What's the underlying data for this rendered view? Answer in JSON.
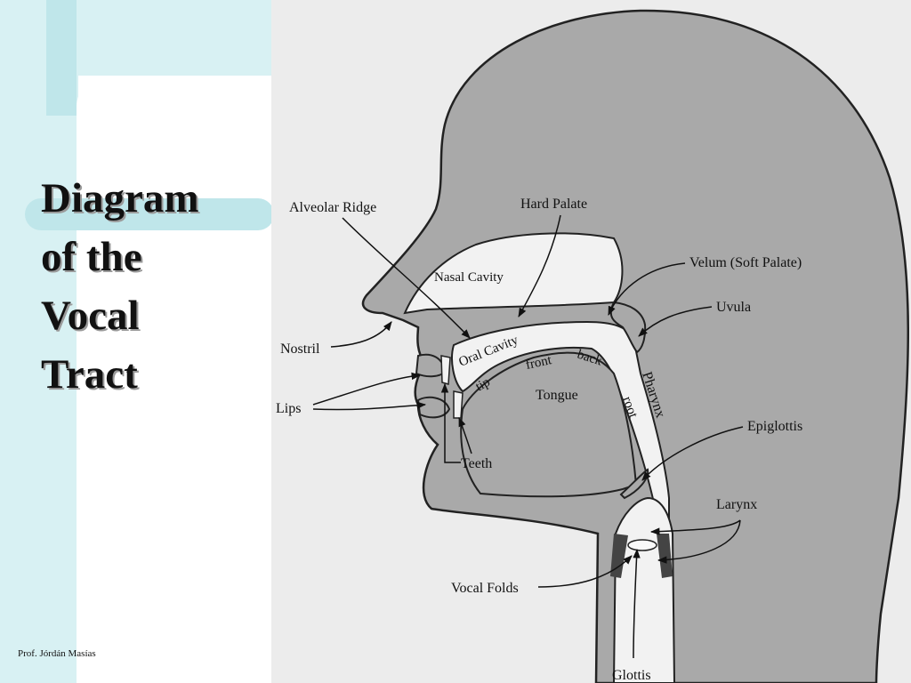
{
  "slide": {
    "title_lines": [
      "Diagram",
      "of the",
      "Vocal",
      "Tract"
    ],
    "footer": "Prof. Jórdán Masías"
  },
  "diagram_labels": {
    "alveolar_ridge": "Alveolar Ridge",
    "hard_palate": "Hard Palate",
    "nasal_cavity": "Nasal Cavity",
    "velum": "Velum (Soft Palate)",
    "uvula": "Uvula",
    "nostril": "Nostril",
    "oral_cavity": "Oral Cavity",
    "front": "front",
    "back": "back",
    "tip": "tip",
    "tongue": "Tongue",
    "root": "root",
    "pharynx": "Pharynx",
    "lips": "Lips",
    "teeth": "Teeth",
    "epiglottis": "Epiglottis",
    "larynx": "Larynx",
    "vocal_folds": "Vocal Folds",
    "glottis": "Glottis"
  },
  "colors": {
    "teal_light": "#d8f1f3",
    "teal_mid": "#bfe6ea",
    "head_fill": "#a9a9a9",
    "paper": "#ececec",
    "cavity": "#f2f2f2"
  }
}
